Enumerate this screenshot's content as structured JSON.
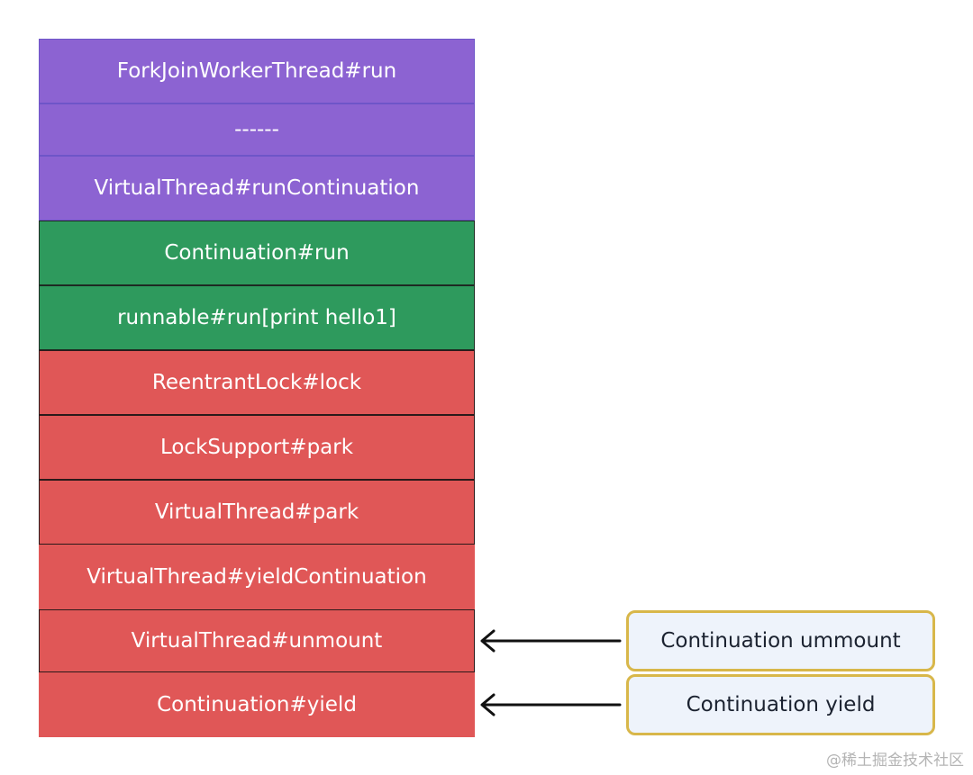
{
  "stack": {
    "frames": [
      {
        "label": "ForkJoinWorkerThread#run",
        "color": "#8c63d2"
      },
      {
        "label": "------",
        "color": "#8c63d2"
      },
      {
        "label": "VirtualThread#runContinuation",
        "color": "#8c63d2"
      },
      {
        "label": "Continuation#run",
        "color": "#2e9a5d"
      },
      {
        "label": "runnable#run[print hello1]",
        "color": "#2e9a5d"
      },
      {
        "label": "ReentrantLock#lock",
        "color": "#e05757"
      },
      {
        "label": "LockSupport#park",
        "color": "#e05757"
      },
      {
        "label": "VirtualThread#park",
        "color": "#e05757"
      },
      {
        "label": "VirtualThread#yieldContinuation",
        "color": "#e05757"
      },
      {
        "label": "VirtualThread#unmount",
        "color": "#e05757"
      },
      {
        "label": "Continuation#yield",
        "color": "#e05757"
      }
    ]
  },
  "annotations": {
    "unmount_note": "Continuation ummount",
    "yield_note": "Continuation yield"
  },
  "watermark": "@稀土掘金技术社区"
}
